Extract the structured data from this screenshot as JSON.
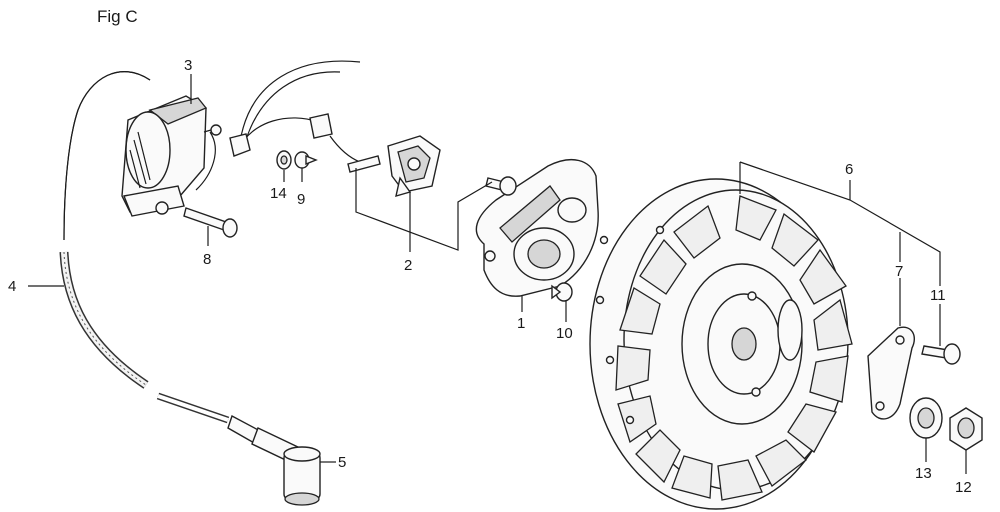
{
  "figure": {
    "title": "Fig C",
    "callouts": [
      {
        "id": "1",
        "text": "1"
      },
      {
        "id": "2",
        "text": "2"
      },
      {
        "id": "3",
        "text": "3"
      },
      {
        "id": "4",
        "text": "4"
      },
      {
        "id": "5",
        "text": "5"
      },
      {
        "id": "6",
        "text": "6"
      },
      {
        "id": "7",
        "text": "7"
      },
      {
        "id": "8",
        "text": "8"
      },
      {
        "id": "9",
        "text": "9"
      },
      {
        "id": "10",
        "text": "10"
      },
      {
        "id": "11",
        "text": "11"
      },
      {
        "id": "12",
        "text": "12"
      },
      {
        "id": "13",
        "text": "13"
      },
      {
        "id": "14",
        "text": "14"
      }
    ]
  }
}
